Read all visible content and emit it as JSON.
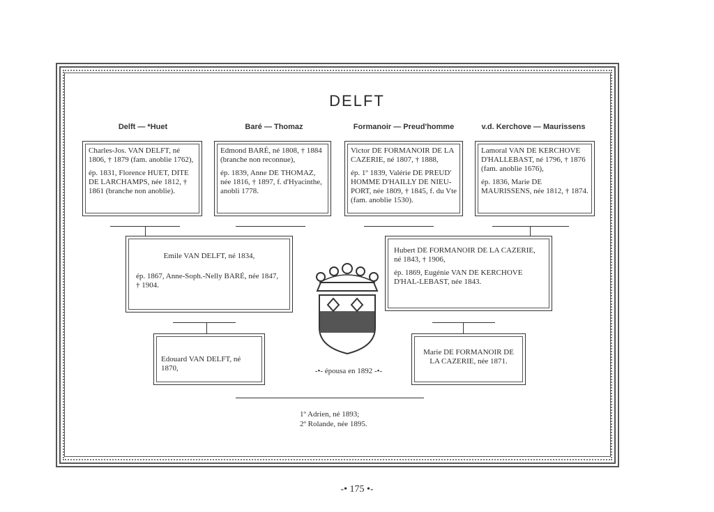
{
  "title": "DELFT",
  "couples": [
    {
      "label": "Delft — *Huet"
    },
    {
      "label": "Baré — Thomaz"
    },
    {
      "label": "Formanoir — Preud'homme"
    },
    {
      "label": "v.d. Kerchove — Maurissens"
    }
  ],
  "gen1": [
    {
      "lines": [
        "Charles-Jos. VAN DELFT, né 1806, † 1879 (fam. anoblie 1762),",
        "ép. 1831, Florence HUET, DITE DE LARCHAMPS, née 1812, † 1861 (branche non anoblie)."
      ]
    },
    {
      "lines": [
        "Edmond BARÉ, né 1808, † 1884 (branche non reconnue),",
        "ép. 1839, Anne DE THOMAZ, née 1816, † 1897, f. d'Hyacinthe, anobli 1778."
      ]
    },
    {
      "lines": [
        "Victor DE FORMANOIR DE LA CAZERIE, né 1807, † 1888,",
        "ép. 1º 1839, Valérie DE PREUD' HOMME D'HAILLY DE NIEU-PORT, née 1809, † 1845, f. du Vte (fam. anoblie 1530)."
      ]
    },
    {
      "lines": [
        "Lamoral VAN DE KERCHOVE D'HALLEBAST, né 1796, † 1876 (fam. anoblie 1676),",
        "ép. 1836, Marie DE MAURISSENS, née 1812, † 1874."
      ]
    }
  ],
  "gen2": [
    {
      "lines": [
        "Emile VAN DELFT, né 1834,",
        "ép. 1867, Anne-Soph.-Nelly BARÉ, née 1847, † 1904."
      ]
    },
    {
      "lines": [
        "Hubert DE FORMANOIR DE LA CAZERIE, né 1843, † 1906,",
        "ép. 1869, Eugénie VAN DE KERCHOVE D'HAL-LEBAST, née 1843."
      ]
    }
  ],
  "gen3": [
    {
      "lines": [
        "Edouard VAN DELFT, né 1870,"
      ]
    },
    {
      "lines": [
        "Marie DE FORMANOIR DE LA CAZERIE, née 1871."
      ]
    }
  ],
  "marriage_label": "-•- épousa en 1892 -•-",
  "children": [
    "1º Adrien, né 1893;",
    "2º Rolande, née 1895."
  ],
  "page_number": "-• 175 •-",
  "colors": {
    "ink": "#2a2a2a"
  }
}
